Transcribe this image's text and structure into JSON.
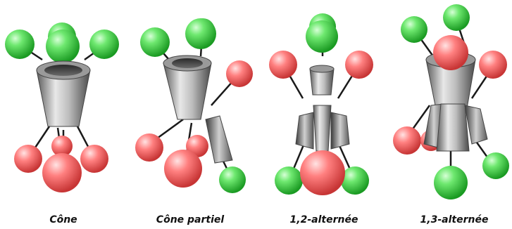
{
  "figure": {
    "conformers": [
      {
        "id": "cone",
        "label": "Cône"
      },
      {
        "id": "partial",
        "label": "Cône partiel"
      },
      {
        "id": "alt12",
        "label": "1,2-alternée"
      },
      {
        "id": "alt13",
        "label": "1,3-alternée"
      }
    ]
  },
  "colors": {
    "green_ball": "#3fd64a",
    "red_ball": "#f05a5a",
    "cup_gray": "#8c8c8c",
    "stick": "#1a1a1a"
  }
}
